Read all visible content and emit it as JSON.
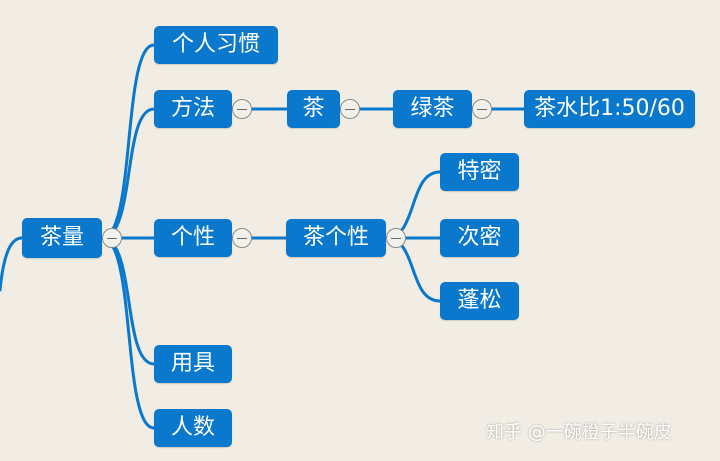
{
  "mindmap": {
    "root": "茶量",
    "branches": {
      "habit": "个人习惯",
      "method": "方法",
      "personality": "个性",
      "tools": "用具",
      "people": "人数"
    },
    "method_chain": {
      "tea": "茶",
      "green_tea": "绿茶",
      "ratio": "茶水比1:50/60"
    },
    "personality_chain": {
      "tea_personality": "茶个性",
      "extra_dense": "特密",
      "secondary_dense": "次密",
      "loose": "蓬松"
    }
  },
  "watermark": "知乎 @一碗橙子半碗皮",
  "colors": {
    "node": "#0a78cc",
    "link": "#0a78cc",
    "background": "#f1ede4"
  }
}
